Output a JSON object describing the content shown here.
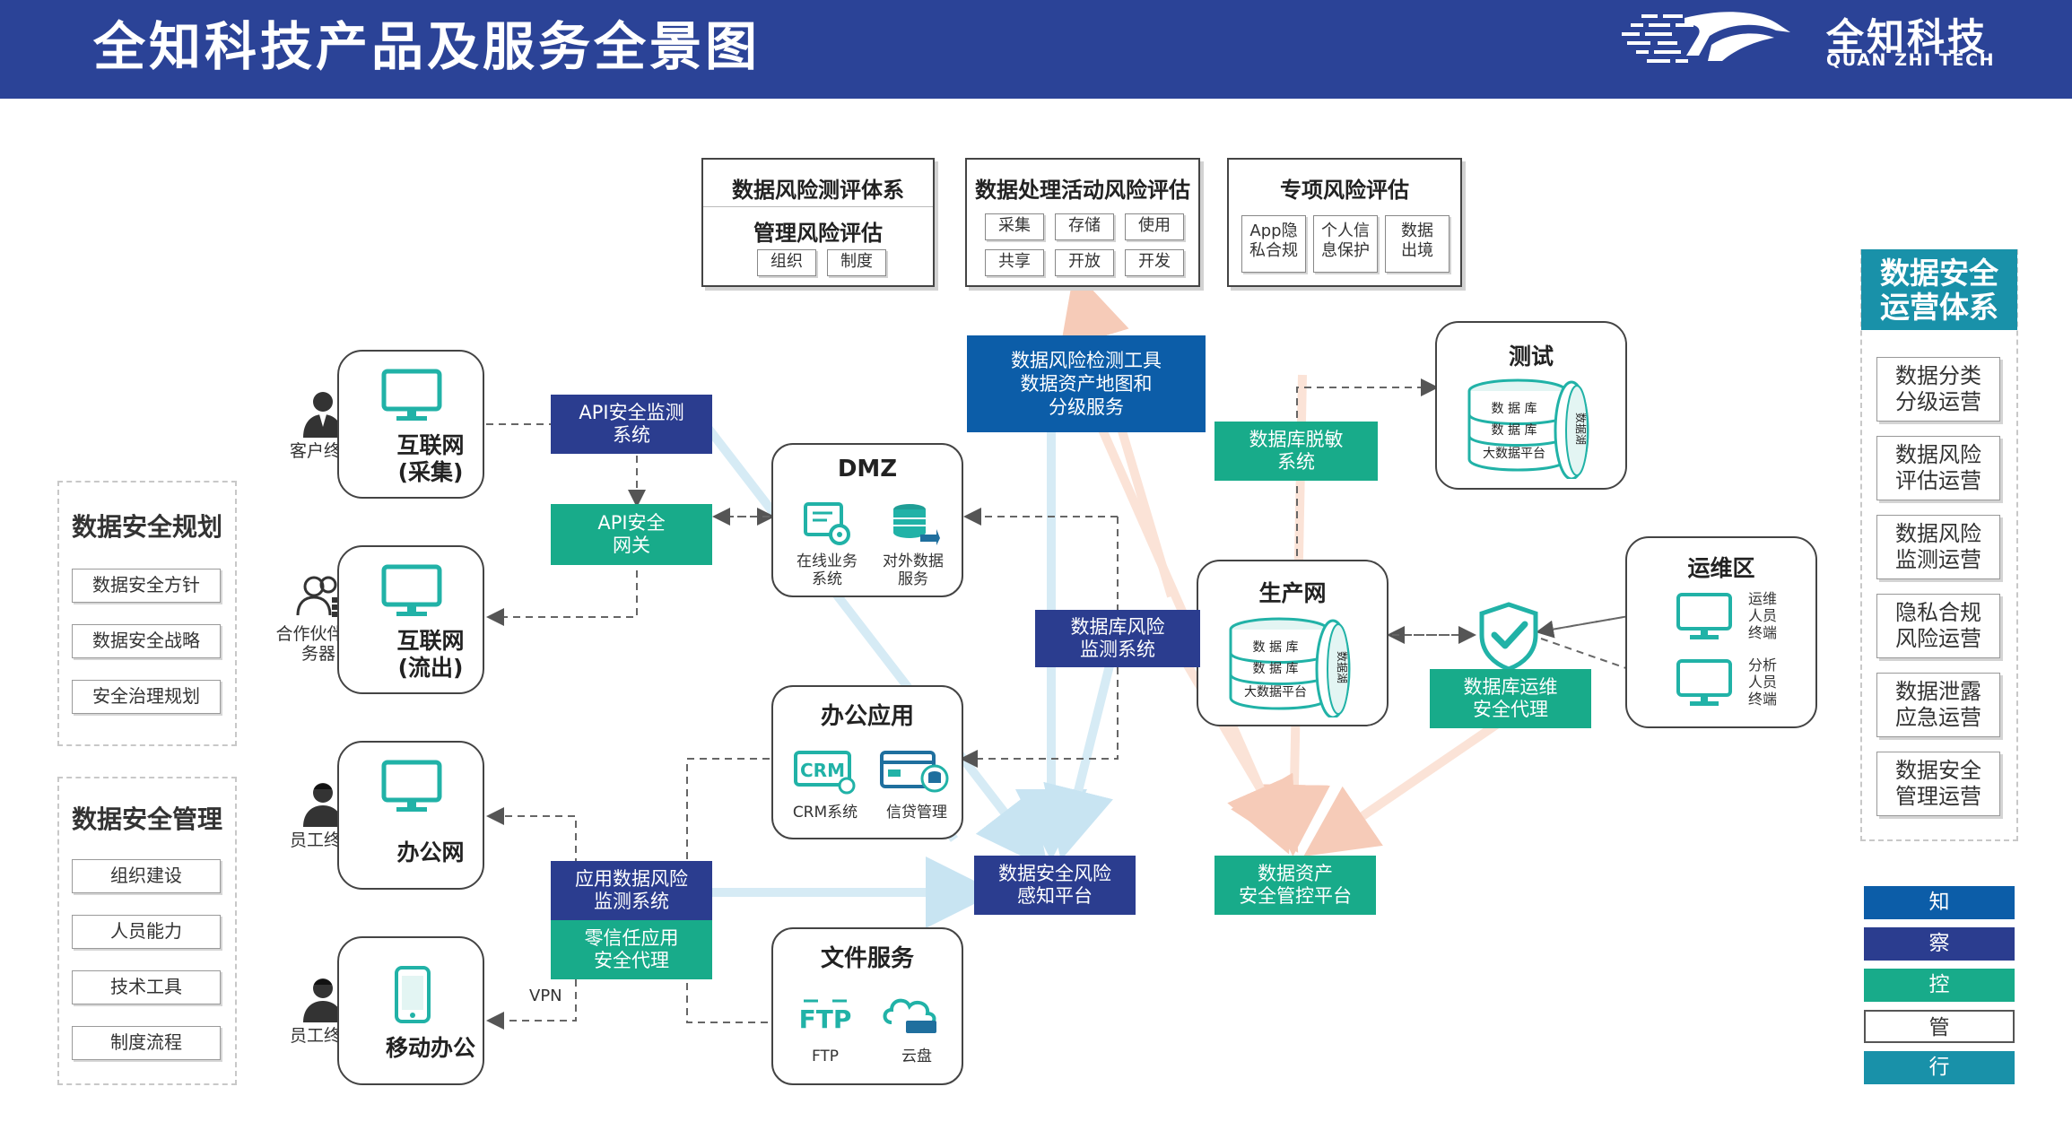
{
  "header": {
    "title": "全知科技产品及服务全景图",
    "brand_name": "全知科技",
    "brand_en": "QUAN ZHI TECH"
  },
  "left_panels": {
    "planning": {
      "title": "数据安全规划",
      "items": [
        "数据安全方针",
        "数据安全战略",
        "安全治理规划"
      ]
    },
    "management": {
      "title": "数据安全管理",
      "items": [
        "组织建设",
        "人员能力",
        "技术工具",
        "制度流程"
      ]
    }
  },
  "terminals": {
    "internet_collect": {
      "label": "互联网\n(采集)",
      "person": "客户终端"
    },
    "internet_out": {
      "label": "互联网\n(流出)",
      "person": "合作伙伴服\n务器"
    },
    "office_net": {
      "label": "办公网",
      "person": "员工终端"
    },
    "mobile_office": {
      "label": "移动办公",
      "person": "员工终端"
    }
  },
  "vpn_label": "VPN",
  "zones": {
    "dmz": {
      "title": "DMZ",
      "items": [
        "在线业务\n系统",
        "对外数据\n服务"
      ]
    },
    "office_app": {
      "title": "办公应用",
      "items": [
        "CRM系统",
        "信贷管理"
      ]
    },
    "file_service": {
      "title": "文件服务",
      "items": [
        "FTP",
        "云盘"
      ]
    },
    "production": {
      "title": "生产网"
    },
    "test": {
      "title": "测试"
    },
    "ops": {
      "title": "运维区",
      "items": [
        "运维\n人员\n终端",
        "分析\n人员\n终端"
      ]
    }
  },
  "db_stack_labels": [
    "数 据 库",
    "数 据 库",
    "大数据平台",
    "数据湖"
  ],
  "top_boxes": {
    "risk_eval_system": {
      "title": "数据风险测评体系",
      "subtitle": "管理风险评估",
      "chips": [
        "组织",
        "制度"
      ]
    },
    "processing_risk": {
      "title": "数据处理活动风险评估",
      "chips": [
        "采集",
        "存储",
        "使用",
        "共享",
        "开放",
        "开发"
      ]
    },
    "special_risk": {
      "title": "专项风险评估",
      "chips": [
        "App隐\n私合规",
        "个人信\n息保护",
        "数据\n出境"
      ]
    }
  },
  "tags": {
    "api_monitor": "API安全监测\n系统",
    "api_gateway": "API安全\n网关",
    "risk_tools": "数据风险检测工具\n数据资产地图和\n分级服务",
    "db_desensitize": "数据库脱敏\n系统",
    "db_risk_monitor": "数据库风险\n监测系统",
    "db_ops_proxy": "数据库运维\n安全代理",
    "app_risk_monitor": "应用数据风险\n监测系统",
    "zero_trust": "零信任应用\n安全代理",
    "risk_perception": "数据安全风险\n感知平台",
    "asset_control": "数据资产\n安全管控平台"
  },
  "ops_system": {
    "title": "数据安全\n运营体系",
    "items": [
      "数据分类\n分级运营",
      "数据风险\n评估运营",
      "数据风险\n监测运营",
      "隐私合规\n风险运营",
      "数据泄露\n应急运营",
      "数据安全\n管理运营"
    ]
  },
  "legend": [
    {
      "label": "知",
      "color": "#0c5da8"
    },
    {
      "label": "察",
      "color": "#2b3d8f"
    },
    {
      "label": "控",
      "color": "#18ab8a"
    },
    {
      "label": "管",
      "color": "#ffffff"
    },
    {
      "label": "行",
      "color": "#1991a9"
    }
  ]
}
